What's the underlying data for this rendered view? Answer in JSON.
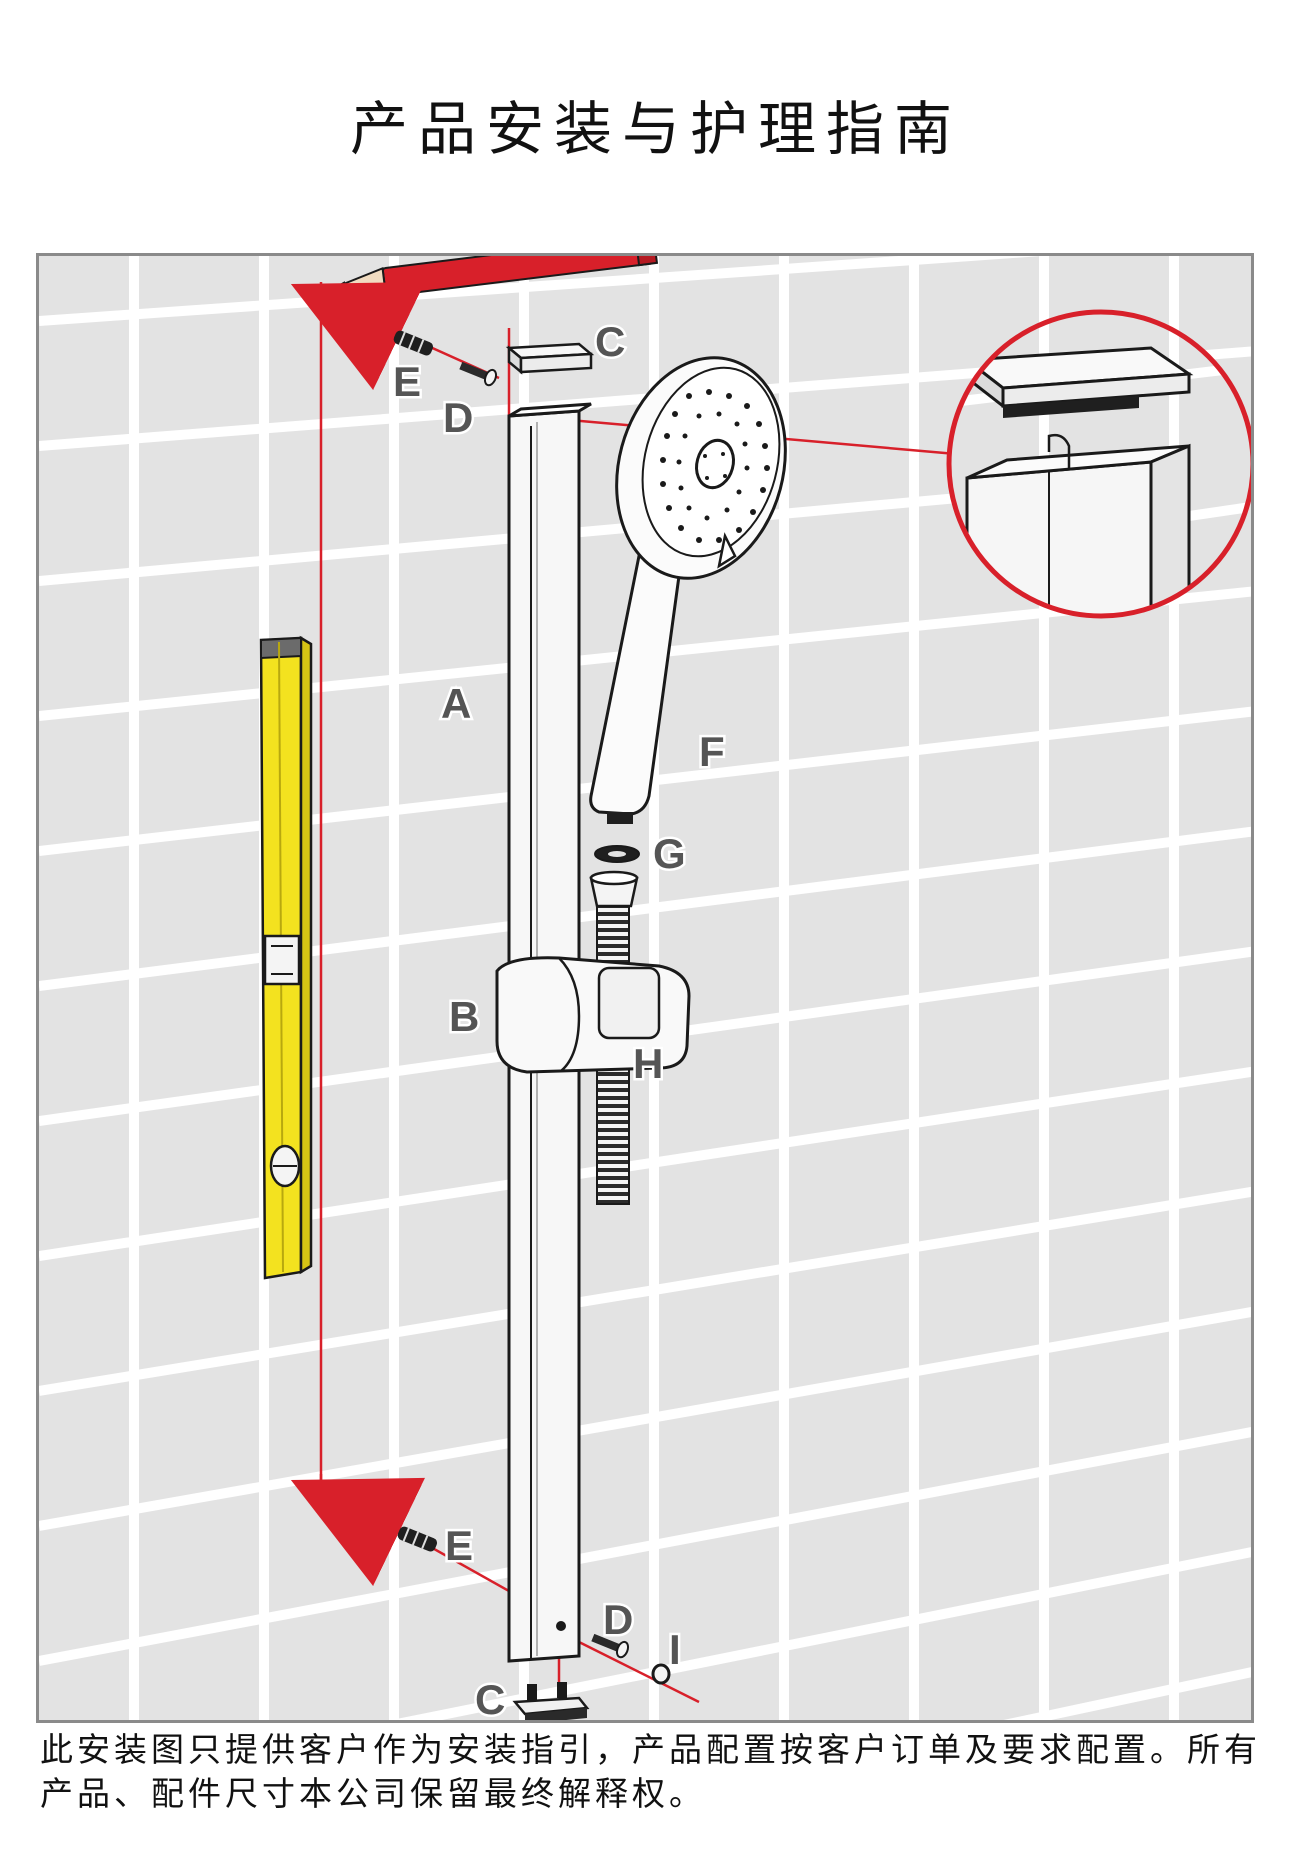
{
  "title": "产品安装与护理指南",
  "labels": {
    "a": "A",
    "b": "B",
    "c_top": "C",
    "c_bottom": "C",
    "d_top": "D",
    "d_bottom": "D",
    "e_top": "E",
    "e_bottom": "E",
    "f": "F",
    "g": "G",
    "h": "H",
    "i": "I"
  },
  "note": "此安装图只提供客户作为安装指引，产品配置按客户订单及要求配置。所有产品、配件尺寸本公司保留最终解释权。",
  "colors": {
    "wall": "#e3e3e3",
    "grout": "#ffffff",
    "guide_line": "#d8202a",
    "level_body": "#f3e21f",
    "pencil": "#d8202a",
    "outline": "#1a1a1a"
  },
  "icons": [
    "pencil-icon",
    "spirit-level-icon",
    "arrow-icon",
    "screw-icon",
    "wall-plug-icon"
  ]
}
